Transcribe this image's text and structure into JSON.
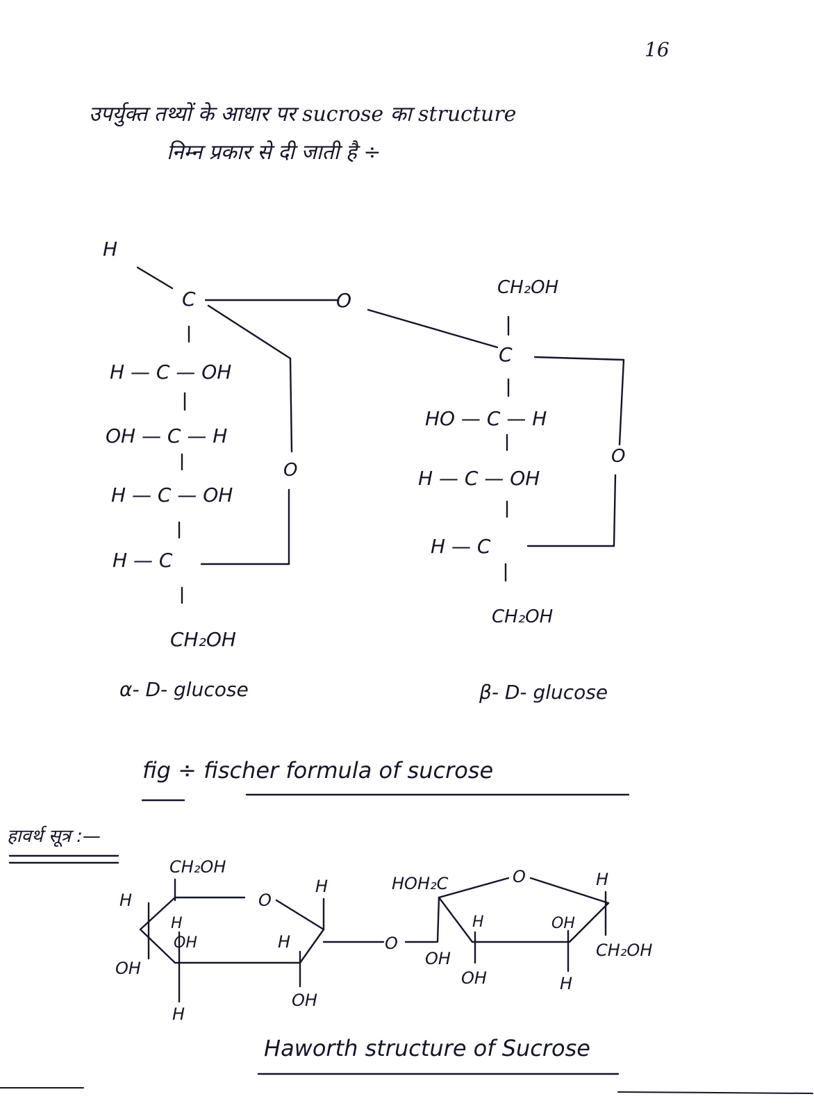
{
  "page_number": "16",
  "intro": {
    "line1": "उपर्युक्त तथ्यों के आधार पर sucrose का structure",
    "line2": "निम्न प्रकार से दी जाती है ÷"
  },
  "fischer": {
    "left": {
      "top_h": "H",
      "c1": "C",
      "row1": "H — C — OH",
      "row2": "OH — C — H",
      "row3": "H — C — OH",
      "row4": "H — C",
      "bottom": "CH₂OH",
      "ring_o": "O",
      "name": "α- D- glucose"
    },
    "bridge_o": "O",
    "right": {
      "top": "CH₂OH",
      "c2": "C",
      "row1": "HO — C — H",
      "row2": "H — C — OH",
      "row3": "H — C",
      "bottom": "CH₂OH",
      "ring_o": "O",
      "name": "β- D- glucose"
    },
    "caption": "fig ÷ fischer formula of sucrose"
  },
  "haworth": {
    "heading": "हावर्थ सूत्र :—",
    "glucose": {
      "ch2oh": "CH₂OH",
      "ring_o": "O",
      "labels": [
        "H",
        "H",
        "OH",
        "OH",
        "H",
        "H",
        "H",
        "OH"
      ]
    },
    "link_o": "O",
    "fructose": {
      "hoh2c": "HOH₂C",
      "ring_o": "O",
      "labels": [
        "H",
        "H",
        "OH",
        "OH",
        "OH",
        "H",
        "CH₂OH"
      ]
    },
    "caption": "Haworth structure of Sucrose"
  }
}
